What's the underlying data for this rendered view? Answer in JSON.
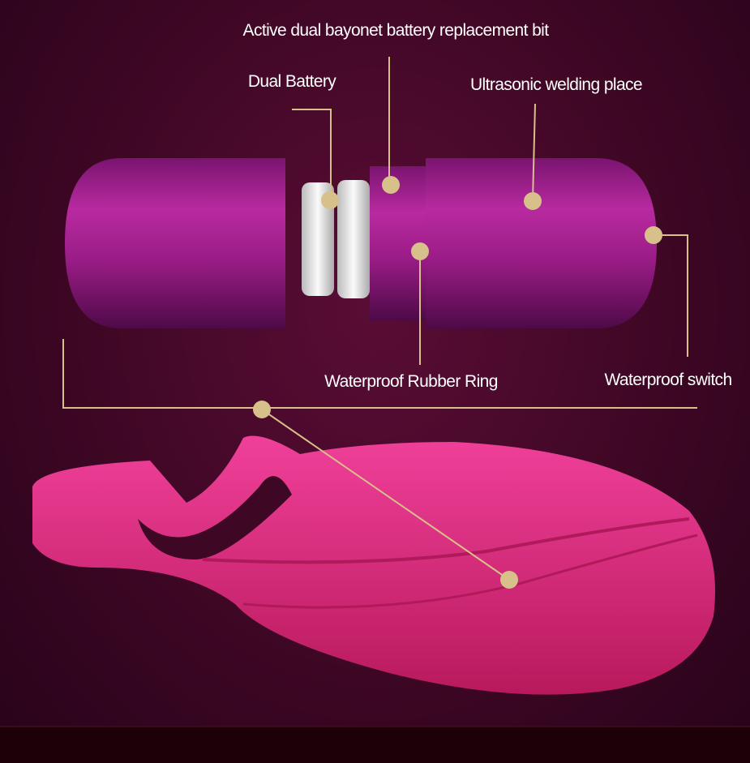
{
  "labels": {
    "bayonet": "Active dual bayonet battery replacement bit",
    "dual_battery": "Dual Battery",
    "ultrasonic": "Ultrasonic welding place",
    "rubber_ring": "Waterproof Rubber Ring",
    "switch": "Waterproof switch"
  },
  "colors": {
    "callout": "#d8c08a",
    "capsule": "#a21f8c",
    "sleeve": "#e0307c",
    "background": "#3e0724"
  }
}
